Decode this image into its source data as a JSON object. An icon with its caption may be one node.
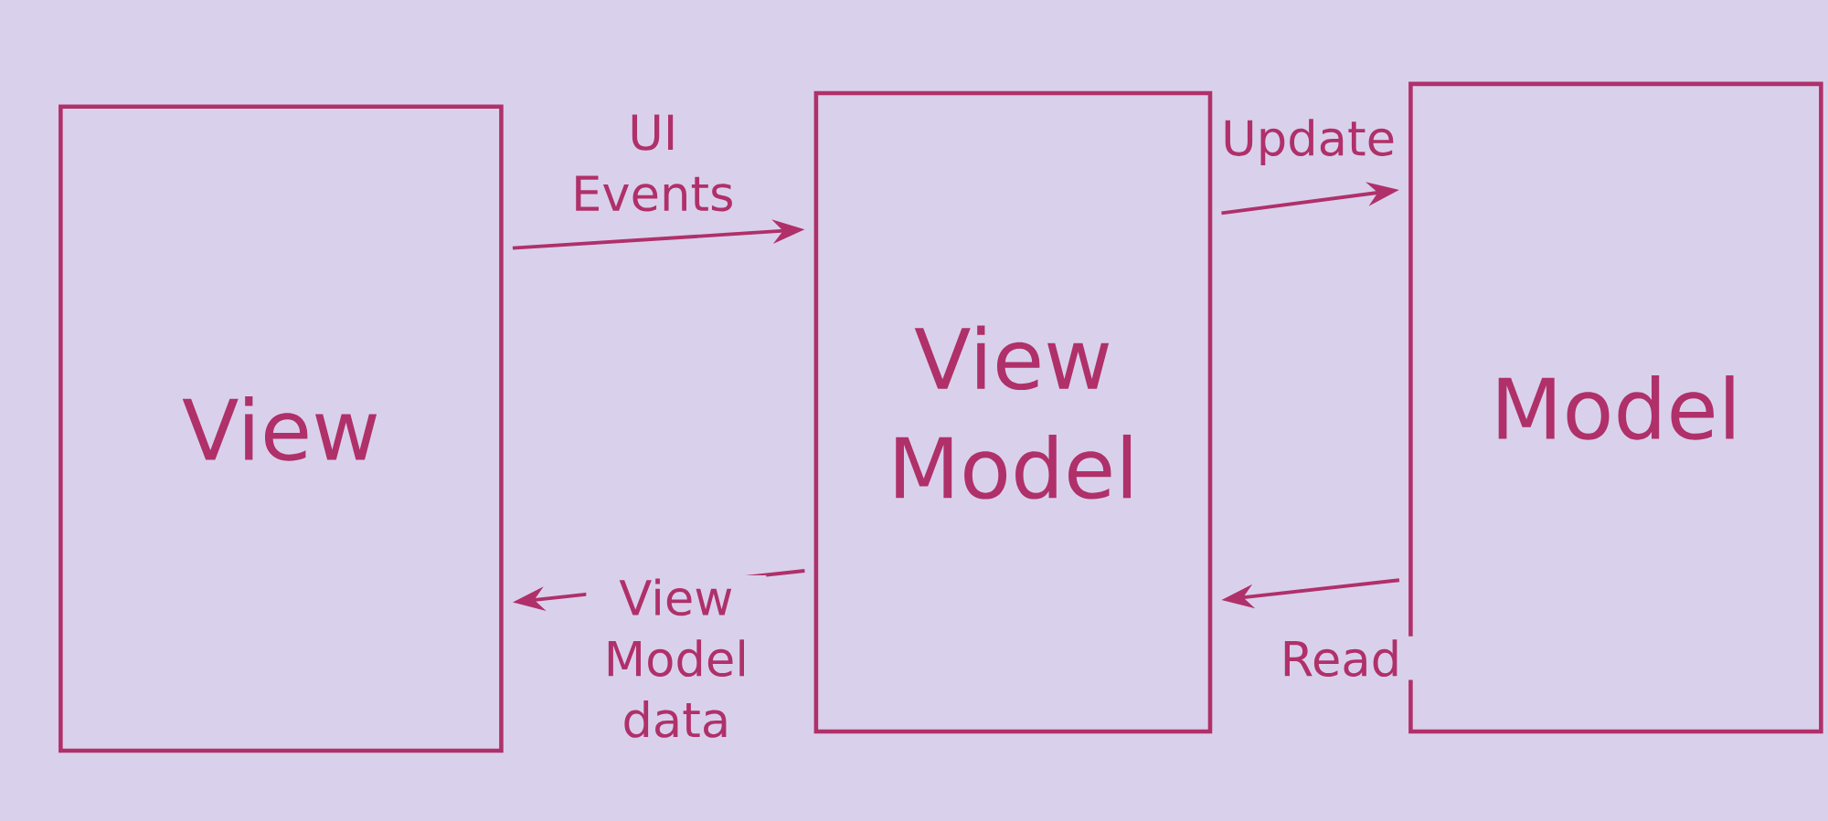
{
  "diagram": {
    "nodes": [
      {
        "text": [
          "View"
        ]
      },
      {
        "text": [
          "View Model"
        ]
      },
      {
        "text": [
          "Model"
        ]
      }
    ],
    "edges": [
      {
        "from": 0,
        "to": 1,
        "arrow": "to",
        "label": "UI Events"
      },
      {
        "from": 1,
        "to": 0,
        "arrow": "to",
        "label": "View Model data"
      },
      {
        "from": 1,
        "to": 2,
        "arrow": "to",
        "label": "Update"
      },
      {
        "from": 2,
        "to": 1,
        "arrow": "to",
        "label": "Read"
      }
    ]
  }
}
